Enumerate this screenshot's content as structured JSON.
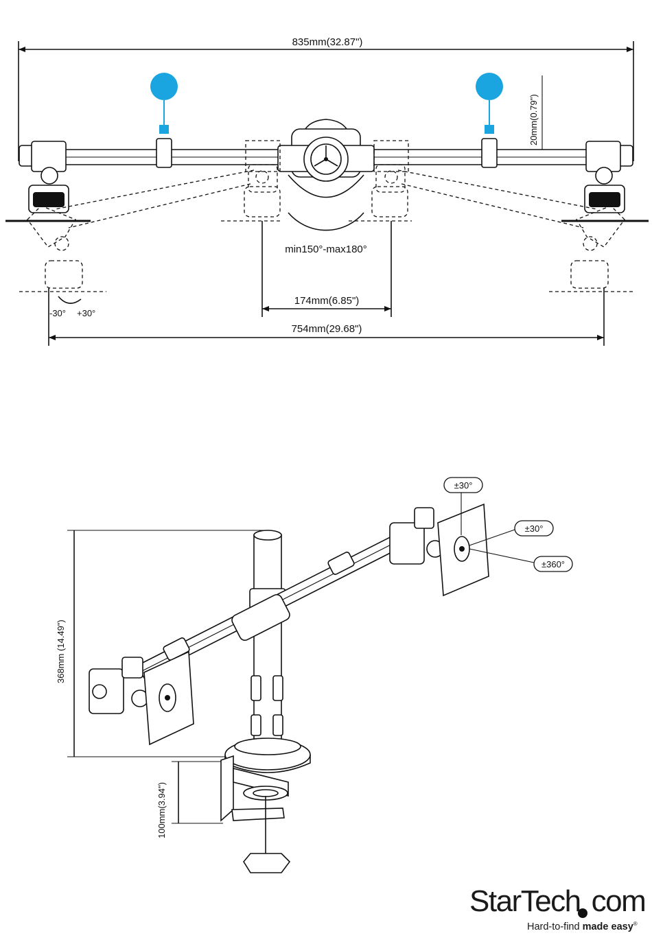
{
  "top_diagram": {
    "overall_width": "835mm(32.87\")",
    "rise": "20mm(0.79\")",
    "pivot_range": "min150°-max180°",
    "pivot_spacing": "174mm(6.85\")",
    "swing_width": "754mm(29.68\")",
    "tilt_left": "-30°",
    "tilt_right": "+30°",
    "marker_color": "#1ba5e0"
  },
  "bottom_diagram": {
    "pole_height": "368mm (14.49\")",
    "clamp_height": "100mm(3.94\")",
    "tilt_badge": "±30°",
    "swivel_badge": "±30°",
    "rotate_badge": "±360°"
  },
  "brand": {
    "name": "StarTech.com",
    "name_part1": "StarTech",
    "name_part2": "com",
    "tagline_plain": "Hard-to-find ",
    "tagline_bold": "made easy",
    "reg": "®"
  }
}
